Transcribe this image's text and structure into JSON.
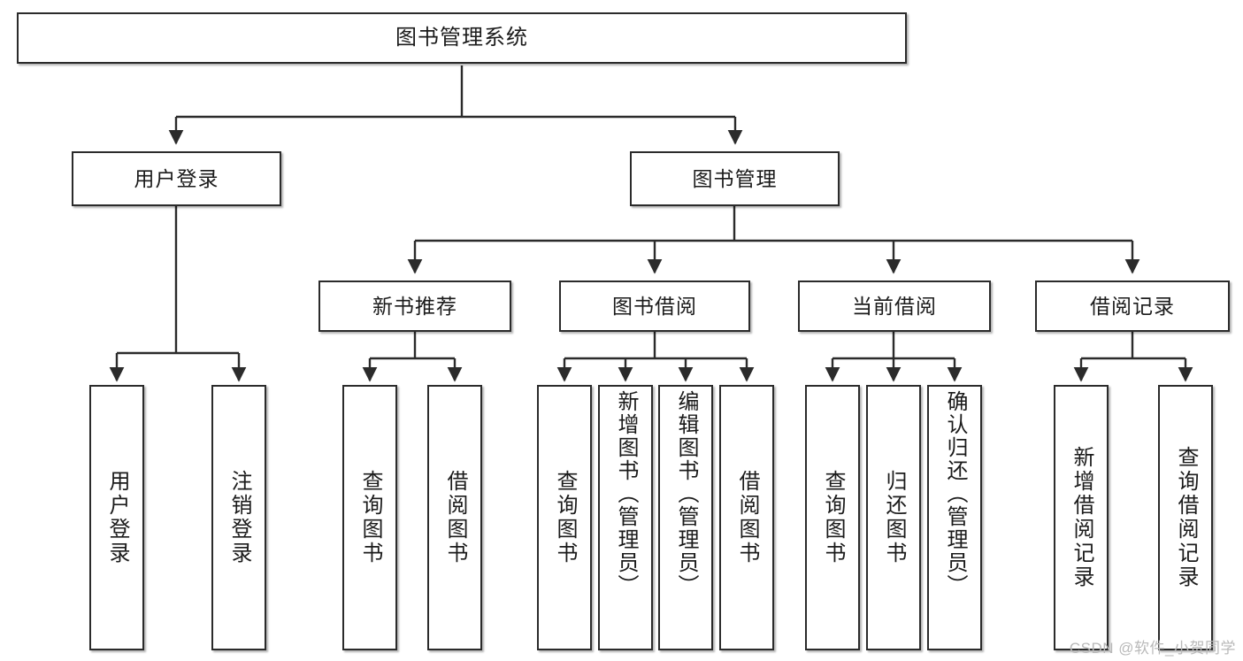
{
  "diagram": {
    "title": "图书管理系统",
    "type": "tree",
    "colors": {
      "stroke": "#2b2b2b",
      "fill": "#ffffff",
      "text": "#1b1b1b",
      "watermark": "#b9b9b9"
    },
    "root": {
      "label": "图书管理系统"
    },
    "level2": [
      {
        "label": "用户登录"
      },
      {
        "label": "图书管理"
      }
    ],
    "level3": [
      {
        "label": "新书推荐"
      },
      {
        "label": "图书借阅"
      },
      {
        "label": "当前借阅"
      },
      {
        "label": "借阅记录"
      }
    ],
    "leaves": {
      "user_login": [
        {
          "label": "用户登录"
        },
        {
          "label": "注销登录"
        }
      ],
      "new_book": [
        {
          "label": "查询图书"
        },
        {
          "label": "借阅图书"
        }
      ],
      "book_borrow": [
        {
          "label": "查询图书"
        },
        {
          "label": "新增图书（管理员）"
        },
        {
          "label": "编辑图书（管理员）"
        },
        {
          "label": "借阅图书"
        }
      ],
      "current_borrow": [
        {
          "label": "查询图书"
        },
        {
          "label": "归还图书"
        },
        {
          "label": "确认归还（管理员）"
        }
      ],
      "borrow_record": [
        {
          "label": "新增借阅记录"
        },
        {
          "label": "查询借阅记录"
        }
      ]
    }
  },
  "watermark": {
    "text": "CSDN @软件_小贺同学"
  }
}
